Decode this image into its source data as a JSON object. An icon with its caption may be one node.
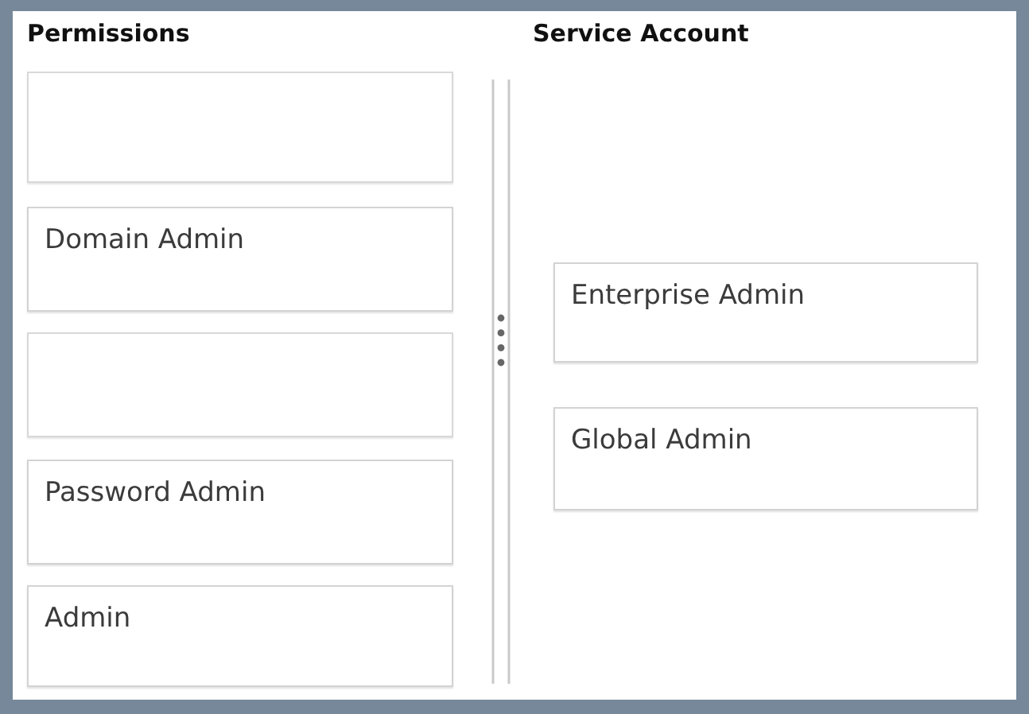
{
  "diagram": {
    "nodes": [
      {
        "text": [
          "Permissions"
        ]
      },
      {
        "text": [],
        "shape": "box",
        "in": 0
      },
      {
        "text": [
          "Domain Admin"
        ],
        "in": 0
      },
      {
        "text": [],
        "shape": "box",
        "in": 0
      },
      {
        "text": [
          "Password Admin"
        ],
        "in": 0
      },
      {
        "text": [
          "Admin"
        ],
        "in": 0
      },
      {
        "text": [
          "Service Account"
        ]
      },
      {
        "text": [
          "Enterprise Admin"
        ],
        "in": 6
      },
      {
        "text": [
          "Global Admin"
        ],
        "in": 6
      }
    ]
  }
}
